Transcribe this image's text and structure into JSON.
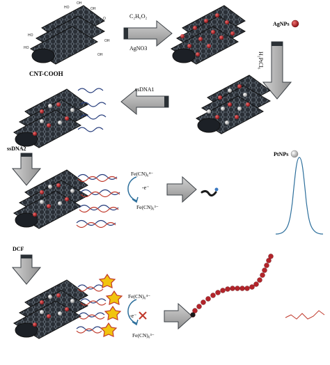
{
  "labels": {
    "cnt_cooh": "CNT-COOH",
    "reagent_top": "C₂H₆O₂",
    "reagent_bottom": "AgNO3",
    "agnps": "AgNPs",
    "h2ptcl6": "H₂PtCl₆",
    "ssdna1": "ssDNA1",
    "ptnps": "PtNPs",
    "ssdna2": "ssDNA2",
    "fe_top_1": "Fe(CN)₆⁴⁻",
    "electron_1": "-e⁻",
    "fe_bottom_1": "Fe(CN)₆³⁻",
    "dcf": "DCF",
    "fe_top_2": "Fe(CN)₆⁴⁻",
    "electron_2": "-e⁻",
    "fe_bottom_2": "Fe(CN)₆³⁻"
  },
  "colors": {
    "tube_dark": "#2a2f36",
    "tube_mid": "#4a5560",
    "ag_red": "#b3242a",
    "pt_white": "#e6e6e6",
    "arrow_fill": "#a9a9a9",
    "arrow_edge": "#3a3f44",
    "peak_blue": "#2d6f9c",
    "red_line": "#c0392b",
    "dna_red": "#c0392b",
    "dna_blue": "#233a7a",
    "dcf_yellow": "#f1c40f"
  }
}
